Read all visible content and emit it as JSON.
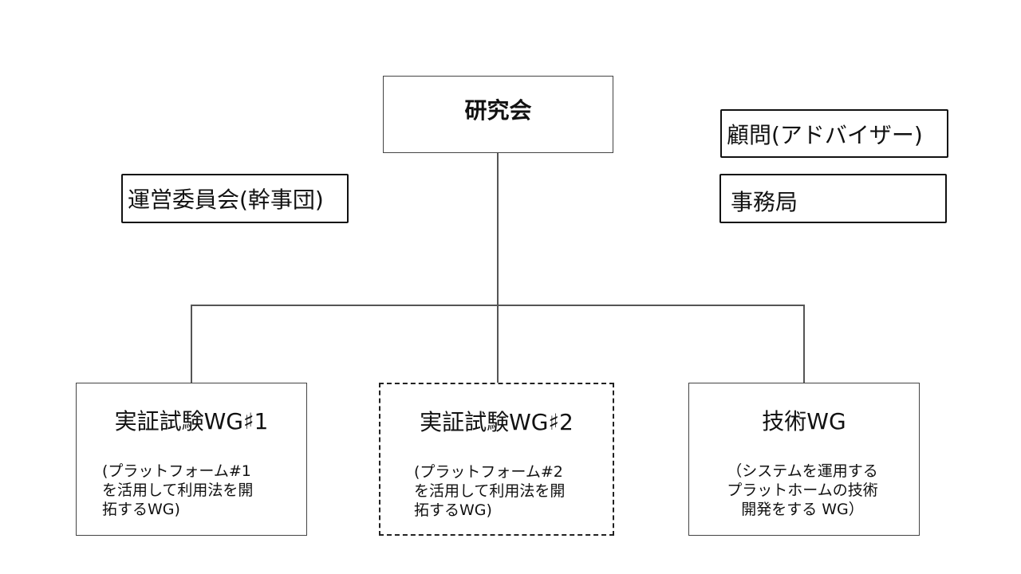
{
  "diagram": {
    "top": {
      "label": "研究会"
    },
    "committee": {
      "label": "運営委員会(幹事団)"
    },
    "advisor": {
      "label": "顧問(アドバイザー)"
    },
    "office": {
      "label": "事務局"
    },
    "working_groups": [
      {
        "title": "実証試験WG♯1",
        "description": "(プラットフォーム#1\nを活用して利用法を開\n拓するWG)"
      },
      {
        "title": "実証試験WG♯2",
        "description": "(プラットフォーム#2\nを活用して利用法を開\n拓するWG)"
      },
      {
        "title": "技術WG",
        "description": "（システムを運用する\nプラットホームの技術\n開発をする WG）"
      }
    ]
  }
}
